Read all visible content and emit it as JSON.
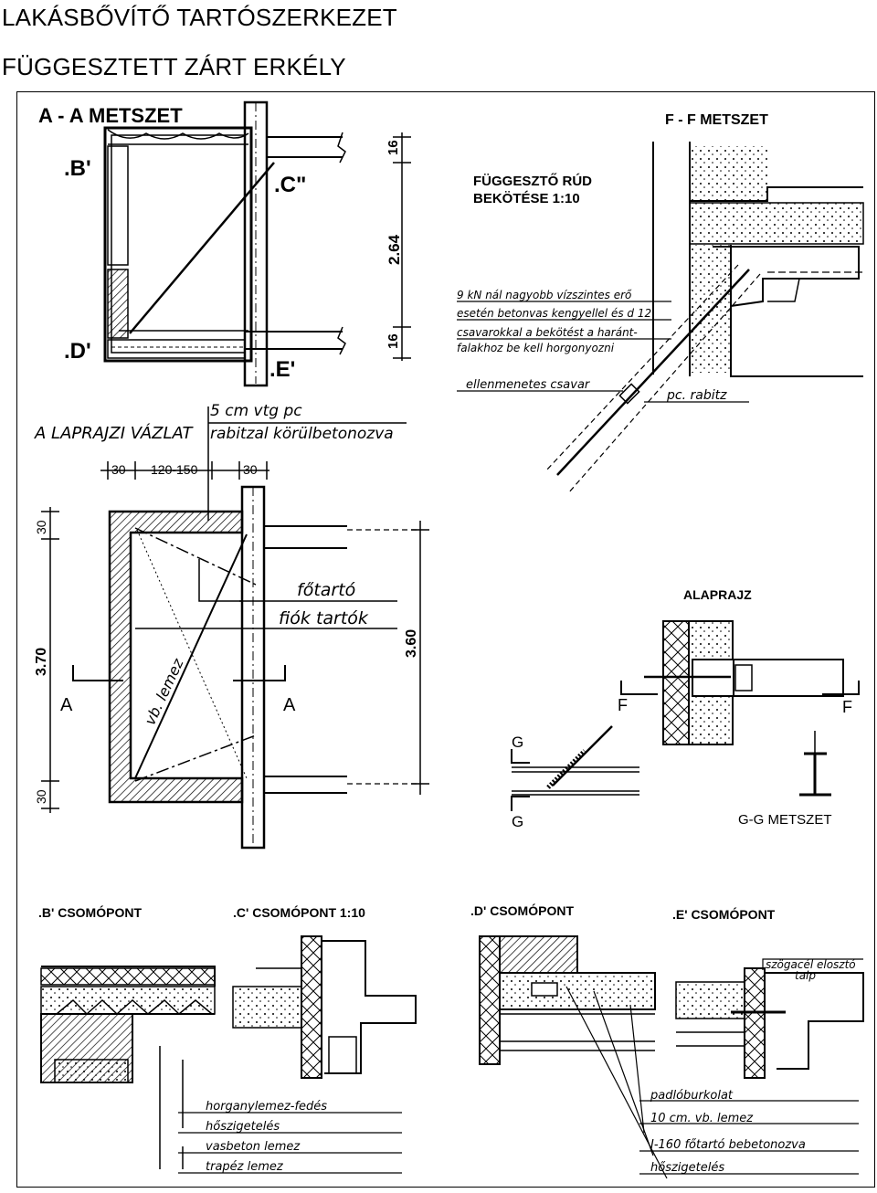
{
  "header": {
    "title_line1": "LAKÁSBŐVÍTŐ TARTÓSZERKEZET",
    "title_line2": "FÜGGESZTETT ZÁRT ERKÉLY"
  },
  "section_aa": {
    "title": "A - A  METSZET",
    "node_b": ".B'",
    "node_c": ".C\"",
    "node_d": ".D'",
    "node_e": ".E'",
    "dim_top": "16",
    "dim_mid": "2.64",
    "dim_bot": "16"
  },
  "plan_sketch": {
    "title": "A LAPRAJZI VÁZLAT",
    "note_line1": "5 cm vtg pc",
    "note_line2": "rabitzal körülbetonozva",
    "dim_left": "30",
    "dim_mid": "120-150",
    "dim_right": "30",
    "dim_v_top": "30",
    "dim_v_mid": "3.70",
    "dim_v_bot": "30",
    "dim_v_right": "3.60",
    "main_beam": "főtartó",
    "secondary_beams": "fiók tartók",
    "slab": "vb. lemez",
    "cut_left": "A",
    "cut_right": "A"
  },
  "section_ff": {
    "title": "F - F  METSZET",
    "detail_title_line1": "FÜGGESZTŐ RÚD",
    "detail_title_line2": "BEKÖTÉSE   1:10",
    "note_line1": "9 kN nál nagyobb vízszintes erő",
    "note_line2": "esetén betonvas kengyellel és d 12",
    "note_line3": "csavarokkal a bekötést a haránt-",
    "note_line4": "falakhoz be kell horgonyozni",
    "counter_nut": "ellenmenetes csavar",
    "plaster": "pc. rabitz"
  },
  "plan_detail": {
    "title": "ALAPRAJZ",
    "cut_f_left": "F",
    "cut_f_right": "F",
    "cut_g_top": "G",
    "cut_g_bot": "G",
    "gg_title": "G-G  METSZET"
  },
  "nodes": {
    "b_title": ".B'  CSOMÓPONT",
    "c_title": ".C'  CSOMÓPONT   1:10",
    "d_title": ".D'  CSOMÓPONT",
    "e_title": ".E'  CSOMÓPONT",
    "b_labels": [
      "horganylemez-fedés",
      "hőszigetelés",
      "vasbeton lemez",
      "trapéz lemez"
    ],
    "de_labels": [
      "padlóburkolat",
      "10 cm. vb. lemez",
      "I-160 főtartó bebetonozva",
      "hőszigetelés"
    ],
    "e_tag_line1": "szögacél elosztó",
    "e_tag_line2": "talp"
  },
  "colors": {
    "ink": "#000000",
    "paper": "#ffffff"
  }
}
